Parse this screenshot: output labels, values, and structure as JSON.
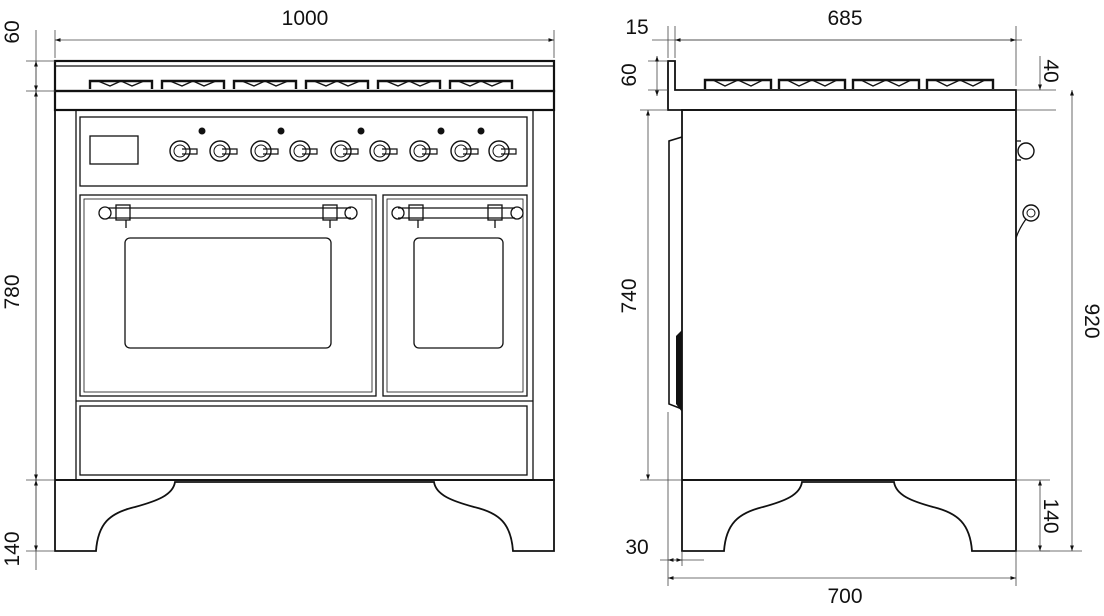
{
  "front_view": {
    "dimensions": {
      "width_total": "1000",
      "top_height": "60",
      "body_height": "780",
      "feet_height": "140"
    }
  },
  "side_view": {
    "dimensions": {
      "top_offset": "15",
      "depth": "685",
      "top_height": "60",
      "back_offset": "40",
      "body_height": "740",
      "total_height": "920",
      "feet_height": "140",
      "foot_offset": "30",
      "depth_total": "700"
    }
  },
  "colors": {
    "line": "#111111",
    "background": "#ffffff"
  }
}
